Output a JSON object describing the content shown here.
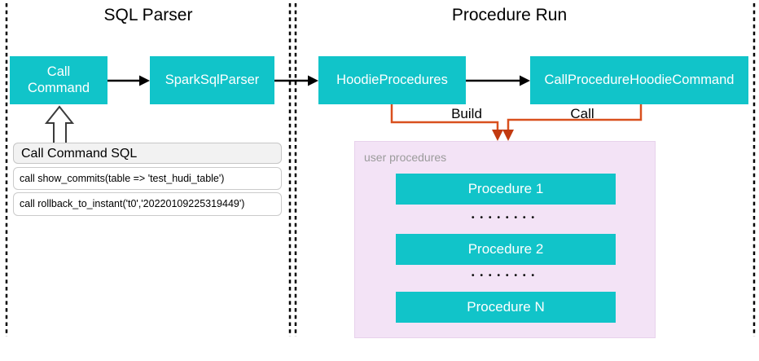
{
  "sections": {
    "left": {
      "title": "SQL Parser"
    },
    "right": {
      "title": "Procedure Run"
    }
  },
  "nodes": {
    "call_command": {
      "line1": "Call",
      "line2": "Command"
    },
    "spark_sql_parser": {
      "label": "SparkSqlParser"
    },
    "hoodie_procedures": {
      "label": "HoodieProcedures"
    },
    "call_procedure_hoodie_command": {
      "label": "CallProcedureHoodieCommand"
    }
  },
  "edges": {
    "build_label": "Build",
    "call_label": "Call"
  },
  "sql_panel": {
    "title": "Call Command SQL",
    "rows": [
      "call show_commits(table => 'test_hudi_table')",
      "call rollback_to_instant('t0','20220109225319449')"
    ]
  },
  "user_procedures": {
    "label": "user procedures",
    "items": [
      "Procedure 1",
      "Procedure 2",
      "Procedure N"
    ],
    "dots": "••••••••"
  },
  "colors": {
    "teal": "#11C4C9",
    "orange_line": "#D9501E",
    "orange_arrowhead": "#C23A10",
    "purple_bg": "#F3E3F6",
    "panel_header_bg": "#F2F2F2",
    "dashed_border": "#000000",
    "muted_label": "#9B9B9B"
  }
}
